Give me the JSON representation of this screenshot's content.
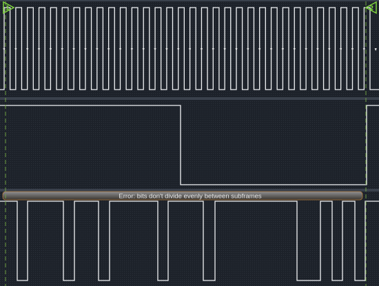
{
  "analyzer": {
    "colors": {
      "background": "#1d222a",
      "grid_dot": "#2c323b",
      "trace": "#f2f4f6",
      "separator": "#3a414c",
      "cursor_line": "#6ea043",
      "cursor_marker": "#7fd43f",
      "decode_bar_top": "#8e8f92",
      "decode_bar_bottom": "#3b3630",
      "decode_bar_border": "#b07a3a",
      "sample_tick": "#e8e8e8"
    },
    "cursors": [
      {
        "label": "1",
        "icon": "cursor-triangle-icon",
        "direction": "right"
      },
      {
        "label": "2",
        "icon": "cursor-triangle-icon",
        "direction": "left"
      }
    ],
    "channels": [
      {
        "name": "clock-channel",
        "signal": "clock",
        "cycles": 32,
        "edge_ticks": true
      },
      {
        "name": "frame-sync-channel",
        "signal": "frame-sync",
        "levels": "high-low-high"
      },
      {
        "name": "data-channel",
        "signal": "data",
        "decoded": true
      }
    ],
    "decoder": {
      "annotation": "Error: bits don't divide evenly between subframes",
      "status": "error"
    }
  }
}
